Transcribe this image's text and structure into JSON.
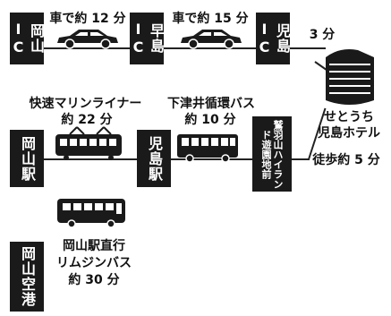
{
  "nodes": {
    "okayama_ic": "岡山IC",
    "hayashima_ic": "早島IC",
    "kojima_ic": "児島IC",
    "okayama_station": "岡山駅",
    "kojima_station": "児島駅",
    "washuzan_stop": "鷲羽山ハイランド遊園地前",
    "okayama_airport": "岡山空港",
    "hotel": "せとうち\n児島ホテル"
  },
  "legs": {
    "car1": "車で約 12 分",
    "car2": "車で約 15 分",
    "ic_to_hotel": "3 分",
    "rapid_line1": "快速マリンライナー",
    "rapid_line2": "約 22 分",
    "bus_line1": "下津井循環バス",
    "bus_line2": "約 10 分",
    "walk": "徒歩約 5 分",
    "limousine1": "岡山駅直行",
    "limousine2": "リムジンバス",
    "limousine3": "約 30 分"
  },
  "icons": [
    "car-icon",
    "car-icon",
    "train-icon",
    "bus-icon",
    "bus-icon",
    "hotel-building-icon"
  ]
}
